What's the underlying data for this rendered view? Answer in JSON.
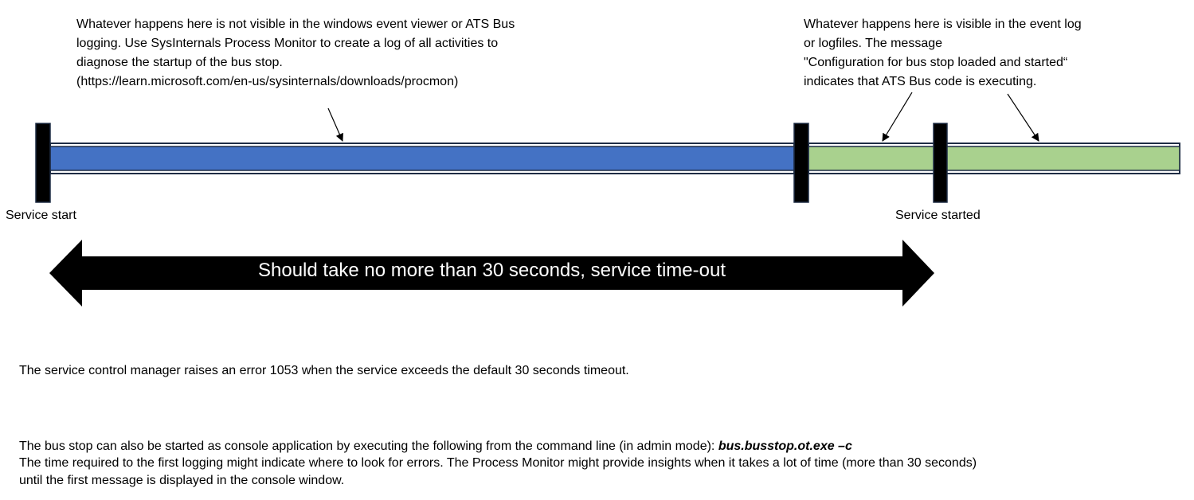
{
  "note_left": {
    "lines": [
      "Whatever happens here is not visible in the windows event viewer or ATS Bus",
      "logging. Use SysInternals Process Monitor to create a log of all activities to",
      "diagnose the startup of the bus stop.",
      "(https://learn.microsoft.com/en-us/sysinternals/downloads/procmon)"
    ]
  },
  "note_right": {
    "lines": [
      "Whatever happens here is visible in the event log",
      "or logfiles. The message",
      "\"Configuration for bus stop loaded and started“",
      "indicates that ATS Bus code is executing."
    ]
  },
  "timeline": {
    "start_label": "Service start",
    "started_label": "Service started",
    "colors": {
      "pre_start": "#4472c4",
      "running": "#a9d18e",
      "marker": "#000000",
      "outline": "#1f2d45"
    }
  },
  "duration_arrow": {
    "label": "Should take no more than 30 seconds, service time-out"
  },
  "body": {
    "error_text": "The service control manager raises an error 1053 when the service exceeds the default 30 seconds timeout.",
    "console_text": "The bus stop can also be started as console application by executing the following from the command line (in admin mode): ",
    "console_command": "bus.busstop.ot.exe –c",
    "timing_line1": "The time required to the first logging might indicate where to look for errors. The Process Monitor might provide insights when it takes a lot of time (more than 30 seconds)",
    "timing_line2": "until the first message is displayed in the console window."
  }
}
